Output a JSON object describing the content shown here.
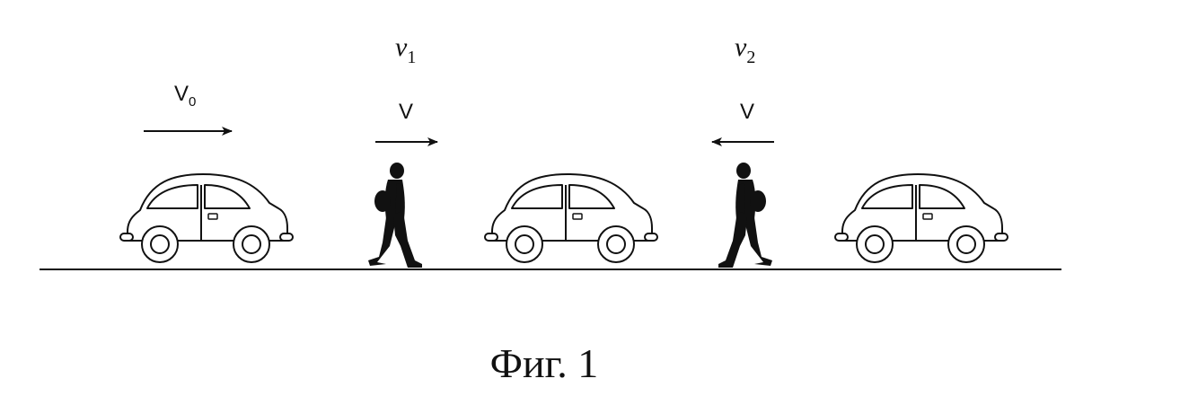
{
  "labels": {
    "v0_main": "V",
    "v0_sub": "0",
    "walker1_freq_main": "ν",
    "walker1_freq_sub": "1",
    "walker1_speed": "V",
    "walker2_freq_main": "ν",
    "walker2_freq_sub": "2",
    "walker2_speed": "V"
  },
  "caption": "Фиг. 1",
  "colors": {
    "ink": "#111111",
    "background": "#ffffff"
  },
  "icons": [
    "car-icon",
    "walking-person-icon",
    "arrow-right-icon",
    "arrow-left-icon"
  ]
}
